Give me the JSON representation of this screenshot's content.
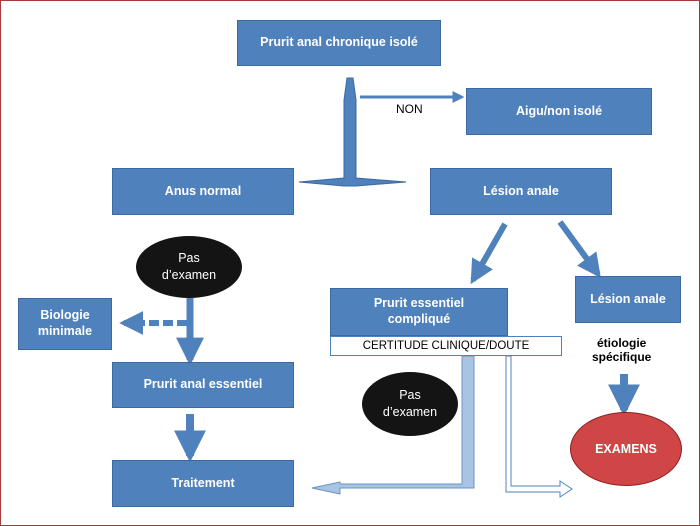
{
  "boxes": {
    "chronic": "Prurit anal chronique isolé",
    "acute": "Aigu/non isolé",
    "normal": "Anus normal",
    "lesion": "Lésion anale",
    "biology": "Biologie\nminimale",
    "essential": "Prurit anal essentiel",
    "treatment": "Traitement",
    "complicated": "Prurit essentiel\ncompliqué",
    "lesion2": "Lésion anale"
  },
  "bar": {
    "certitude": "CERTITUDE CLINIQUE/DOUTE"
  },
  "ovals": {
    "no_exam_1": "Pas\nd’examen",
    "no_exam_2": "Pas\nd’examen",
    "exams": "EXAMENS"
  },
  "labels": {
    "non": "NON",
    "etiology": "étiologie\nspécifique"
  },
  "colors": {
    "box_fill": "#4f81bd",
    "arrow_light": "#a7c4e4",
    "oval_dark": "#141414",
    "oval_red": "#d04545",
    "frame": "#a23b3b"
  }
}
